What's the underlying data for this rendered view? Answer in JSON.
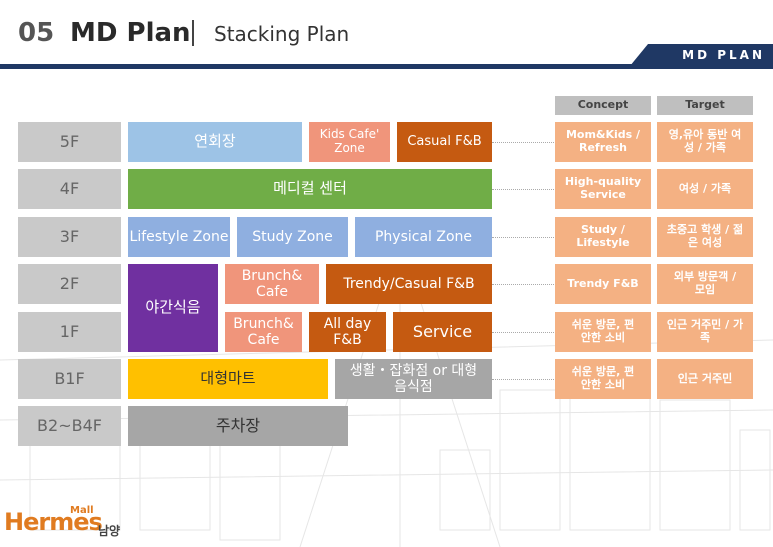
{
  "header": {
    "number": "05",
    "title": "MD Plan",
    "subtitle": "Stacking Plan",
    "tag": "MD PLAN"
  },
  "columns": {
    "concept": "Concept",
    "target": "Target"
  },
  "floors": [
    "5F",
    "4F",
    "3F",
    "2F",
    "1F",
    "B1F",
    "B2~B4F"
  ],
  "zones": {
    "f5_a": "연회장",
    "f5_b": "Kids Cafe' Zone",
    "f5_c": "Casual F&B",
    "f4_a": "메디컬 센터",
    "f3_a": "Lifestyle Zone",
    "f3_b": "Study Zone",
    "f3_c": "Physical Zone",
    "night": "야간식음",
    "f2_b": "Brunch& Cafe",
    "f2_c": "Trendy/Casual F&B",
    "f1_b": "Brunch& Cafe",
    "f1_c": "All day F&B",
    "f1_d": "Service",
    "b1_a": "대형마트",
    "b1_b": "생활・잡화점 or 대형 음식점",
    "b2_a": "주차장"
  },
  "concepts": [
    "Mom&Kids / Refresh",
    "High-quality Service",
    "Study / Lifestyle",
    "Trendy F&B",
    "쉬운 방문, 편안한 소비",
    "쉬운 방문, 편안한 소비"
  ],
  "targets": [
    "영,유아 동반 여성 / 가족",
    "여성 / 가족",
    "초중고 학생 / 젊은 여성",
    "외부 방문객 / 모임",
    "인근 거주민 / 가족",
    "인근 거주민"
  ],
  "logo": {
    "main": "Hermes",
    "mall": "Mall",
    "city": "남양"
  },
  "colors": {
    "navy": "#1f3864",
    "peach": "#f4b183",
    "green": "#70ad47",
    "purple": "#7030a0"
  }
}
